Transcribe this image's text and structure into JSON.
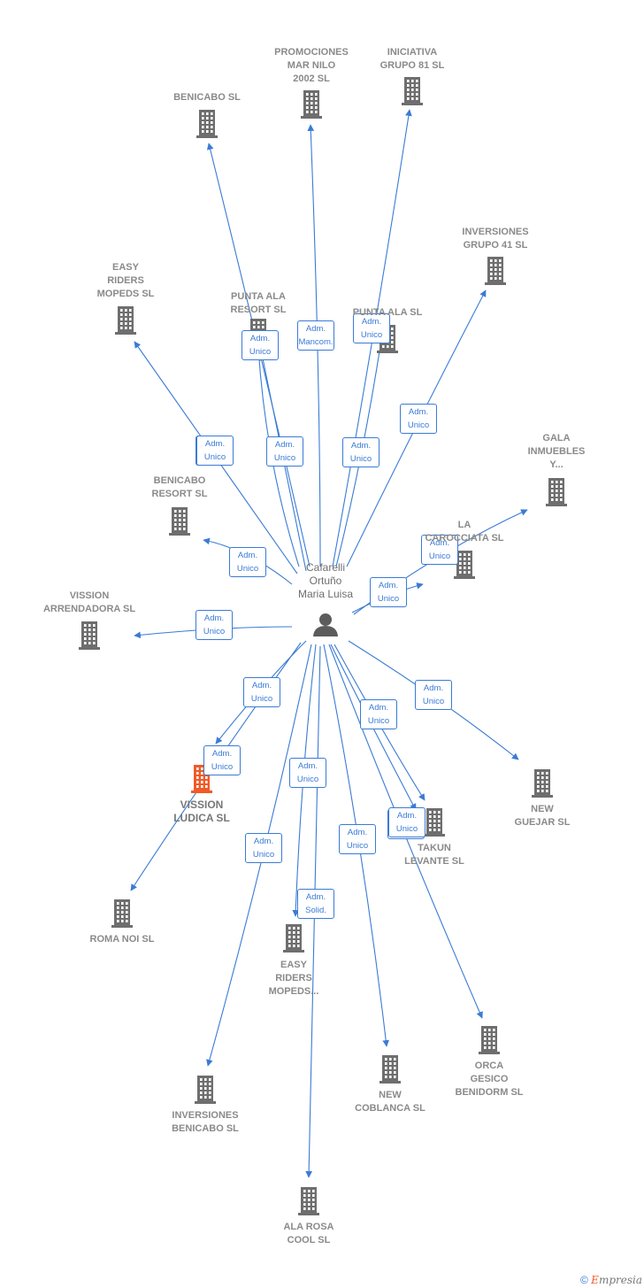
{
  "colors": {
    "edge": "#3a7bd5",
    "building": "#6e6e6e",
    "highlight": "#f05a28",
    "person": "#5c5c5c"
  },
  "center": {
    "name": "Cafarelli\nOrtuño\nMaria Luisa",
    "icon": "person-icon"
  },
  "nodes": [
    {
      "id": "promociones-mar-nilo",
      "label": "PROMOCIONES\nMAR NILO\n2002 SL",
      "icon": "building-icon"
    },
    {
      "id": "iniciativa-grupo-81",
      "label": "INICIATIVA\nGRUPO 81 SL",
      "icon": "building-icon"
    },
    {
      "id": "benicabo",
      "label": "BENICABO SL",
      "icon": "building-icon"
    },
    {
      "id": "inversiones-grupo-41",
      "label": "INVERSIONES\nGRUPO 41 SL",
      "icon": "building-icon"
    },
    {
      "id": "easy-riders-mopeds",
      "label": "EASY\nRIDERS\nMOPEDS SL",
      "icon": "building-icon"
    },
    {
      "id": "punta-ala-resort",
      "label": "PUNTA ALA\nRESORT SL",
      "icon": "building-icon"
    },
    {
      "id": "punta-ala",
      "label": "PUNTA ALA SL",
      "icon": "building-icon"
    },
    {
      "id": "gala-inmuebles",
      "label": "GALA\nINMUEBLES\nY...",
      "icon": "building-icon"
    },
    {
      "id": "benicabo-resort",
      "label": "BENICABO\nRESORT SL",
      "icon": "building-icon"
    },
    {
      "id": "la-carocciata",
      "label": "LA\nCAROCCIATA SL",
      "icon": "building-icon"
    },
    {
      "id": "vission-arrendadora",
      "label": "VISSION\nARRENDADORA SL",
      "icon": "building-icon"
    },
    {
      "id": "vission-ludica",
      "label": "VISSION\nLUDICA SL",
      "icon": "building-icon",
      "highlight": true
    },
    {
      "id": "new-guejar",
      "label": "NEW\nGUEJAR SL",
      "icon": "building-icon"
    },
    {
      "id": "takun-levante",
      "label": "TAKUN\nLEVANTE SL",
      "icon": "building-icon"
    },
    {
      "id": "roma-noi",
      "label": "ROMA NOI SL",
      "icon": "building-icon"
    },
    {
      "id": "easy-riders-mopeds-2",
      "label": "EASY\nRIDERS\nMOPEDS...",
      "icon": "building-icon"
    },
    {
      "id": "orca-gesico",
      "label": "ORCA\nGESICO\nBENIDORM SL",
      "icon": "building-icon"
    },
    {
      "id": "inversiones-benicabo",
      "label": "INVERSIONES\nBENICABO SL",
      "icon": "building-icon"
    },
    {
      "id": "new-coblanca",
      "label": "NEW\nCOBLANCA SL",
      "icon": "building-icon"
    },
    {
      "id": "ala-rosa-cool",
      "label": "ALA ROSA\nCOOL SL",
      "icon": "building-icon"
    }
  ],
  "edges": [
    {
      "label": "Adm.\nUnico"
    },
    {
      "label": "Adm.\nMancom."
    },
    {
      "label": "Adm.\nUnico"
    },
    {
      "label": "Adm.\nUnico"
    },
    {
      "label": "Adm.\nUnico"
    },
    {
      "label": "Adm.\nUnico"
    },
    {
      "label": "Adm.\nUnico"
    },
    {
      "label": "Adm.\nUnico"
    },
    {
      "label": "Adm.\nUnico"
    },
    {
      "label": "Adm.\nUnico"
    },
    {
      "label": "Adm.\nUnico"
    },
    {
      "label": "Adm.\nUnico"
    },
    {
      "label": "Adm.\nUnico"
    },
    {
      "label": "Adm.\nUnico"
    },
    {
      "label": "Adm.\nUnico"
    },
    {
      "label": "Adm.\nUnico"
    },
    {
      "label": "Adm.\nUnico"
    },
    {
      "label": "Adm.\nUnico"
    },
    {
      "label": "Adm.\nSolid."
    },
    {
      "label": "Adm.\nUnico"
    },
    {
      "label": "Adm.\nUnico"
    },
    {
      "label": "Adm.\nUnico"
    }
  ],
  "footer": {
    "copyright": "©",
    "brand_initial": "E",
    "brand_rest": "mpresia"
  }
}
